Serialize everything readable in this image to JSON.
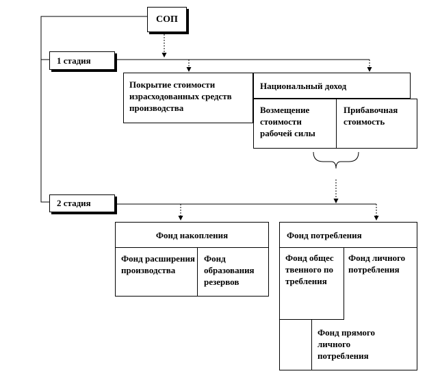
{
  "sop": "СОП",
  "stage1": "1 стадия",
  "stage2": "2 стадия",
  "cost_coverage": "Покрытие стоимости израсходованных средств производства",
  "national_income": "Национальный доход",
  "labor_compensation": "Возмещение стоимости рабочей силы",
  "surplus_value": "Прибавочная стоимость",
  "accumulation_fund": "Фонд накопления",
  "expansion_fund": "Фонд расширения производства",
  "reserves_fund": "Фонд образования резервов",
  "consumption_fund": "Фонд потребления",
  "public_consumption_fund": "Фонд общественного потребления",
  "personal_consumption_fund": "Фонд личного потребления",
  "direct_personal_consumption_fund": "Фонд прямого личного потребления"
}
